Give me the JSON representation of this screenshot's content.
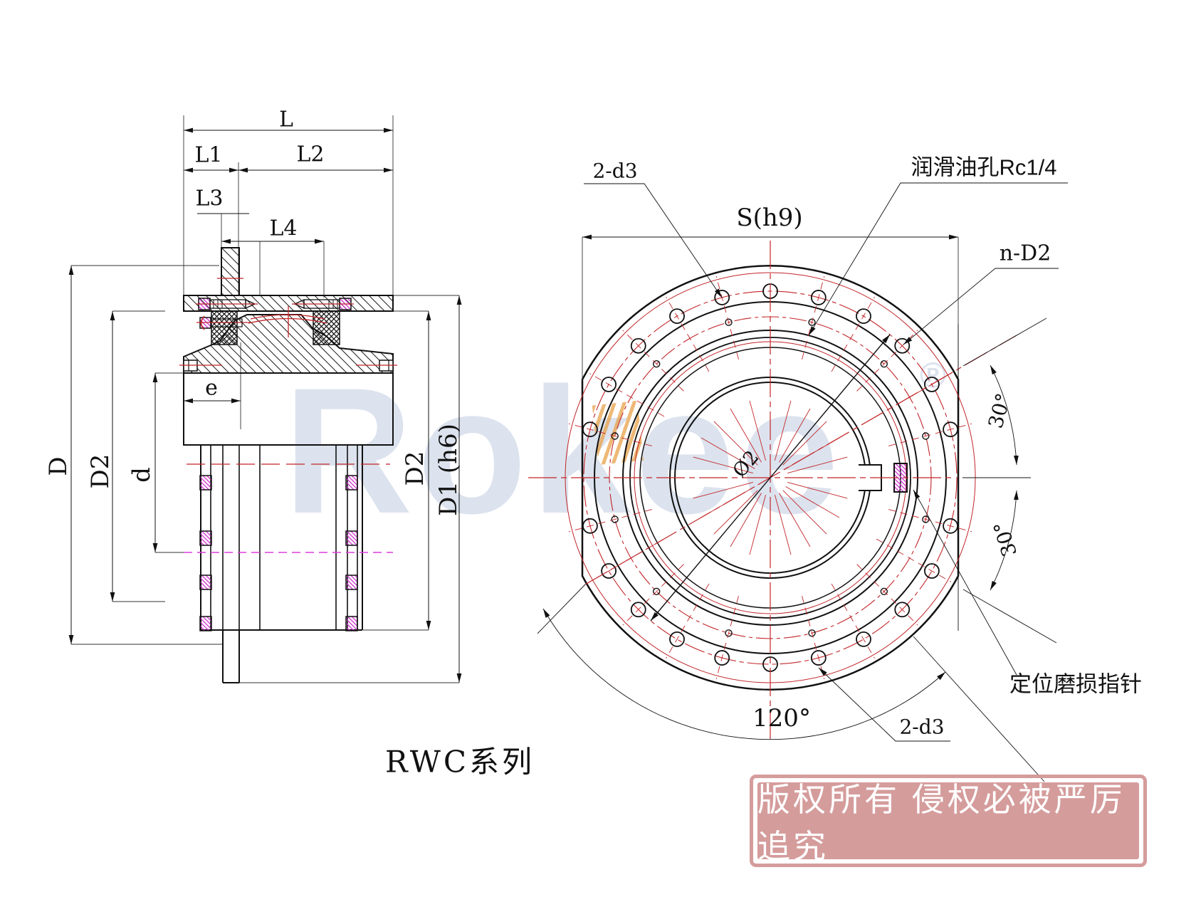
{
  "drawing": {
    "series_label": "RWC系列",
    "left_view": {
      "dim_labels": {
        "L": "L",
        "L1": "L1",
        "L2": "L2",
        "L3": "L3",
        "L4": "L4",
        "e": "e",
        "D": "D",
        "D2_left": "D2",
        "d": "d",
        "D2_right": "D2",
        "D1": "D1 (h6)"
      }
    },
    "right_view": {
      "labels": {
        "holes_top": "2-d3",
        "lube_hole": "润滑油孔Rc1/4",
        "width_across_flats": "S(h9)",
        "bolt_holes": "n-D2",
        "angle_upper": "30°",
        "angle_lower": "30°",
        "angle_span": "120°",
        "holes_bottom": "2-d3",
        "wear_indicator": "定位磨损指针",
        "bolt_circle_dia": "Ø2"
      }
    }
  },
  "watermark": {
    "text": "Rokee",
    "registered": "®"
  },
  "stamp": {
    "text": "版权所有 侵权必被严厉追究"
  },
  "colors": {
    "line": "#111111",
    "centerline_red": "#c22529",
    "bolt_magenta": "#cc2fcc",
    "watermark_blue": "#c5d2e4",
    "watermark_orange": "#e8a24a",
    "stamp_rose": "#d49898"
  }
}
